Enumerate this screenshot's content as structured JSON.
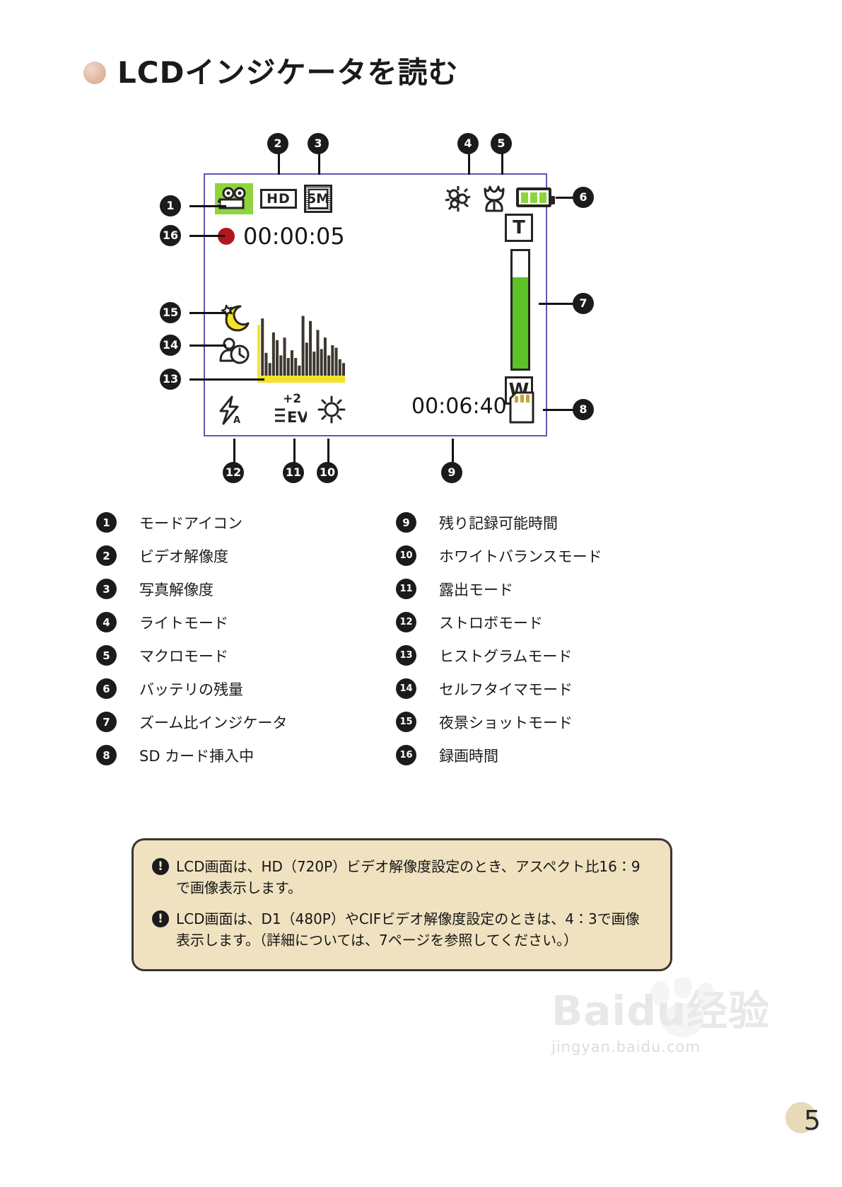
{
  "page": {
    "title": "LCDインジケータを読む",
    "page_number": "5"
  },
  "lcd_screen": {
    "mode_icon": "camcorder-icon",
    "video_resolution_badge": "HD",
    "photo_resolution_badge": "5M",
    "light_mode_icon": "light-mode-icon",
    "macro_mode_icon": "macro-tulip-icon",
    "battery_icon": "battery-full-icon",
    "battery_bars": 3,
    "recording_time": "00:00:05",
    "zoom_tele_label": "T",
    "zoom_wide_label": "W",
    "zoom_fill_percent": 78,
    "night_mode_icon": "night-moon-icon",
    "self_timer_icon": "self-timer-icon",
    "histogram_icon": "histogram-icon",
    "flash_mode_icon": "flash-auto-icon",
    "exposure_icon": "exposure-ev-icon",
    "exposure_value": "+2",
    "exposure_label": "EV",
    "white_balance_icon": "white-balance-daylight-icon",
    "remaining_time": "00:06:40",
    "sd_card_icon": "sd-card-icon"
  },
  "callouts": [
    {
      "n": "1"
    },
    {
      "n": "2"
    },
    {
      "n": "3"
    },
    {
      "n": "4"
    },
    {
      "n": "5"
    },
    {
      "n": "6"
    },
    {
      "n": "7"
    },
    {
      "n": "8"
    },
    {
      "n": "9"
    },
    {
      "n": "10"
    },
    {
      "n": "11"
    },
    {
      "n": "12"
    },
    {
      "n": "13"
    },
    {
      "n": "14"
    },
    {
      "n": "15"
    },
    {
      "n": "16"
    }
  ],
  "legend": {
    "left": [
      {
        "num": "1",
        "label": "モードアイコン"
      },
      {
        "num": "2",
        "label": "ビデオ解像度"
      },
      {
        "num": "3",
        "label": "写真解像度"
      },
      {
        "num": "4",
        "label": "ライトモード"
      },
      {
        "num": "5",
        "label": "マクロモード"
      },
      {
        "num": "6",
        "label": "バッテリの残量"
      },
      {
        "num": "7",
        "label": "ズーム比インジケータ"
      },
      {
        "num": "8",
        "label": "SD カード挿入中"
      }
    ],
    "right": [
      {
        "num": "9",
        "label": "残り記録可能時間"
      },
      {
        "num": "10",
        "label": "ホワイトバランスモード"
      },
      {
        "num": "11",
        "label": "露出モード"
      },
      {
        "num": "12",
        "label": "ストロボモード"
      },
      {
        "num": "13",
        "label": "ヒストグラムモード"
      },
      {
        "num": "14",
        "label": "セルフタイマモード"
      },
      {
        "num": "15",
        "label": "夜景ショットモード"
      },
      {
        "num": "16",
        "label": "録画時間"
      }
    ]
  },
  "notes": {
    "marker": "!",
    "items": [
      "LCD画面は、HD（720P）ビデオ解像度設定のとき、アスペクト比16：9で画像表示します。",
      "LCD画面は、D1（480P）やCIFビデオ解像度設定のときは、4：3で画像表示します。（詳細については、7ページを参照してください。）"
    ]
  },
  "watermark": {
    "main": "Baidu经验",
    "sub": "jingyan.baidu.com"
  },
  "colors": {
    "lcd_border": "#5a5ab0",
    "mode_green": "#8ed43f",
    "battery_green": "#8ed43f",
    "zoom_green": "#5cc225",
    "rec_dot_red": "#b01721",
    "histogram_bar": "#3d382f",
    "histogram_accent": "#f5e32a",
    "note_bg": "#f0e2c0",
    "title_bullet": "#e2b79f"
  },
  "histogram_data": {
    "type": "bar",
    "values": [
      82,
      92,
      38,
      22,
      70,
      58,
      34,
      62,
      30,
      42,
      30,
      18,
      96,
      54,
      88,
      40,
      74,
      44,
      62,
      34,
      50,
      46,
      28,
      22
    ],
    "highlight_index": 0,
    "ylim": [
      0,
      100
    ]
  }
}
